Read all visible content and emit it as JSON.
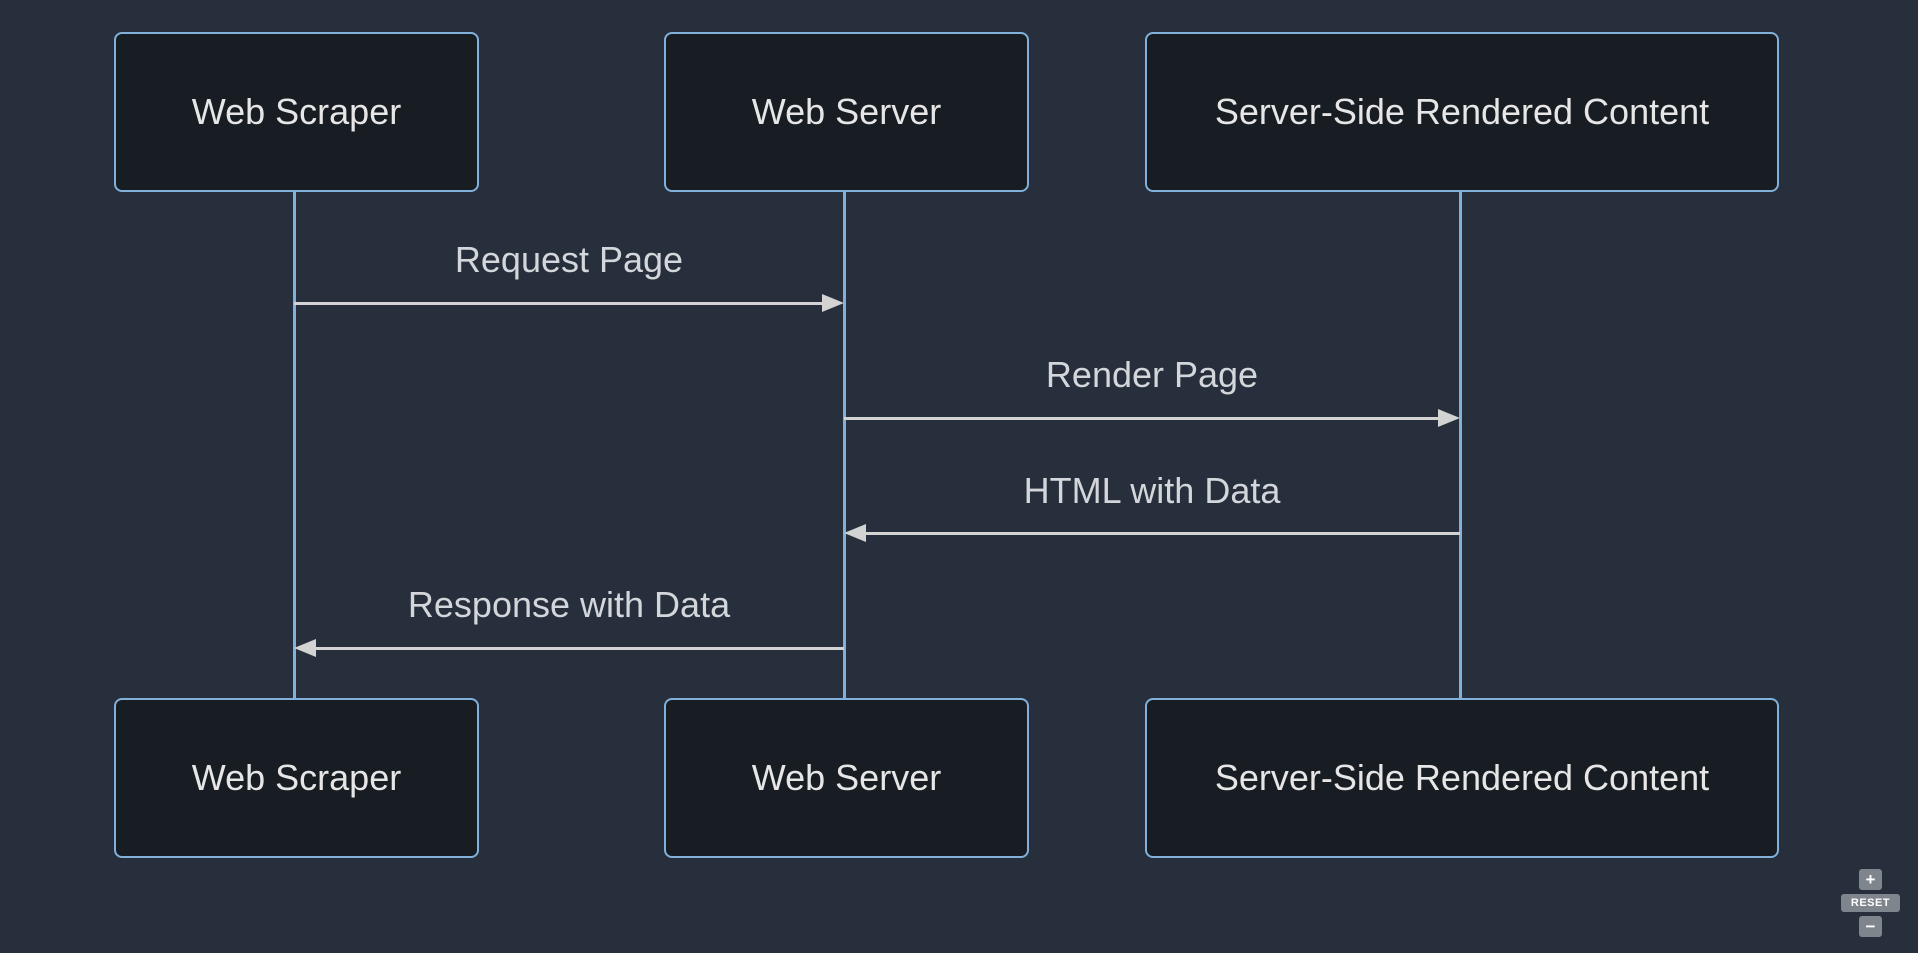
{
  "colors": {
    "background": "#262f3b",
    "actor_fill": "#181c23",
    "actor_border": "#81b1db",
    "actor_text": "#e6e6e6",
    "lifeline": "#81b1db",
    "signal_line": "#d3d3d3",
    "signal_text": "#d3d6da",
    "control_bg": "#7e858d",
    "control_text": "#ffffff"
  },
  "diagram": {
    "type": "sequence",
    "actors": [
      {
        "name": "Web Scraper"
      },
      {
        "name": "Web Server"
      },
      {
        "name": "Server-Side Rendered Content"
      }
    ],
    "messages": [
      {
        "from": "Web Scraper",
        "to": "Web Server",
        "label": "Request Page",
        "arrow": "solid-right"
      },
      {
        "from": "Web Server",
        "to": "Server-Side Rendered Content",
        "label": "Render Page",
        "arrow": "solid-right"
      },
      {
        "from": "Server-Side Rendered Content",
        "to": "Web Server",
        "label": "HTML with Data",
        "arrow": "solid-left"
      },
      {
        "from": "Web Server",
        "to": "Web Scraper",
        "label": "Response with Data",
        "arrow": "solid-left"
      }
    ]
  },
  "controls": {
    "zoom_in_label": "+",
    "reset_label": "RESET",
    "zoom_out_label": "−"
  }
}
